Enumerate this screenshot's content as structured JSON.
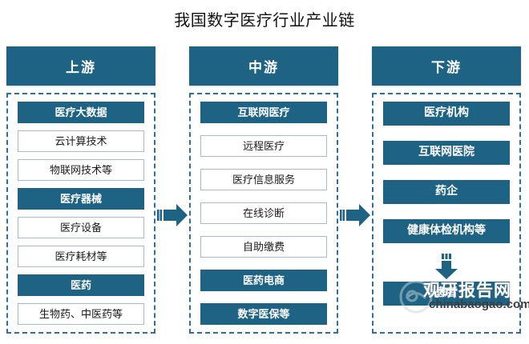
{
  "title": "我国数字医疗行业产业链",
  "colors": {
    "fill": "#1e6383",
    "dashed_border": "#2f6f9e",
    "plain_border": "#a3bccd",
    "text_dark": "#1a1a1a",
    "background": "#ffffff"
  },
  "columns": [
    {
      "key": "upstream",
      "header": "上游",
      "items": [
        {
          "label": "医疗大数据",
          "style": "filled"
        },
        {
          "label": "云计算技术",
          "style": "plain"
        },
        {
          "label": "物联网技术等",
          "style": "plain"
        },
        {
          "label": "医疗器械",
          "style": "filled"
        },
        {
          "label": "医疗设备",
          "style": "plain"
        },
        {
          "label": "医疗耗材等",
          "style": "plain"
        },
        {
          "label": "医药",
          "style": "filled"
        },
        {
          "label": "生物药、中医药等",
          "style": "plain"
        }
      ]
    },
    {
      "key": "midstream",
      "header": "中游",
      "items": [
        {
          "label": "互联网医疗",
          "style": "filled"
        },
        {
          "label": "远程医疗",
          "style": "plain"
        },
        {
          "label": "医疗信息服务",
          "style": "plain"
        },
        {
          "label": "在线诊断",
          "style": "plain"
        },
        {
          "label": "自助缴费",
          "style": "plain"
        },
        {
          "label": "医药电商",
          "style": "filled"
        },
        {
          "label": "数字医保等",
          "style": "filled"
        }
      ]
    },
    {
      "key": "downstream",
      "header": "下游",
      "items": [
        {
          "label": "医疗机构",
          "style": "filled"
        },
        {
          "label": "互联网医院",
          "style": "filled"
        },
        {
          "label": "药企",
          "style": "filled"
        },
        {
          "label": "健康体检机构等",
          "style": "filled"
        },
        {
          "label": "患者",
          "style": "filled"
        }
      ]
    }
  ],
  "arrows": [
    {
      "name": "arrow-upstream-to-midstream",
      "direction": "right"
    },
    {
      "name": "arrow-midstream-to-downstream",
      "direction": "right"
    },
    {
      "name": "arrow-downstream-to-patient",
      "direction": "down"
    }
  ],
  "watermark": {
    "chinese": "观研报告网",
    "domain": "chinabaogao.com",
    "logo": "circular-logo-icon"
  }
}
